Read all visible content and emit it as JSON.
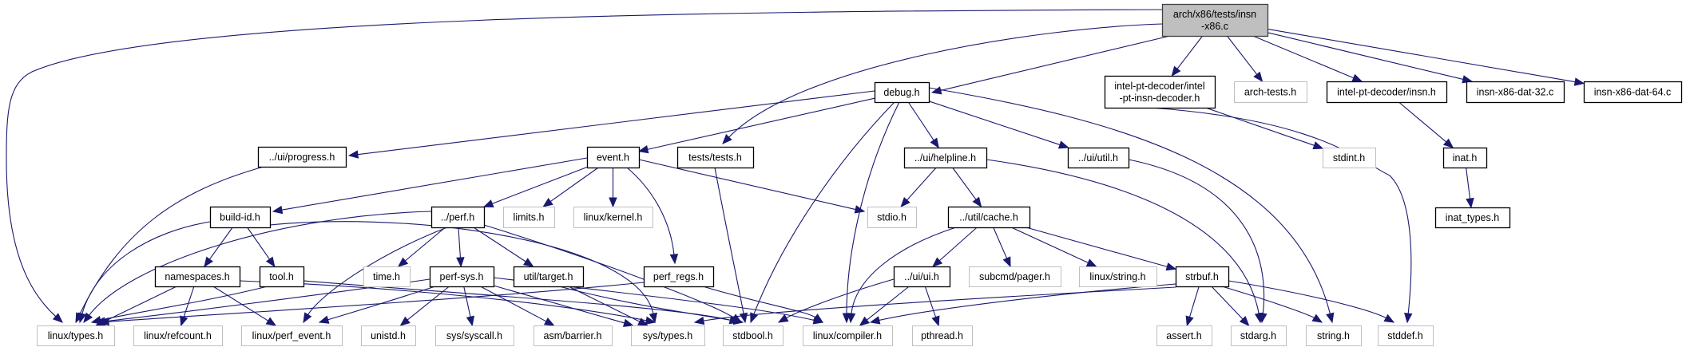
{
  "title": "arch/x86/tests/insn-x86.c include dependency graph",
  "colors": {
    "edge": "#191970",
    "root_fill": "#bfbfbf",
    "root_border": "#404040",
    "documented_border": "#000000",
    "external_border": "#bfbfbf",
    "node_fill": "#ffffff"
  },
  "nodes": [
    {
      "id": "root",
      "label": [
        "arch/x86/tests/insn",
        "-x86.c"
      ],
      "kind": "root"
    },
    {
      "id": "debug",
      "label": [
        "debug.h"
      ],
      "kind": "doc"
    },
    {
      "id": "iptinsndec",
      "label": [
        "intel-pt-decoder/intel",
        "-pt-insn-decoder.h"
      ],
      "kind": "doc"
    },
    {
      "id": "archtests",
      "label": [
        "arch-tests.h"
      ],
      "kind": "ext"
    },
    {
      "id": "iptinsn",
      "label": [
        "intel-pt-decoder/insn.h"
      ],
      "kind": "doc"
    },
    {
      "id": "dat32",
      "label": [
        "insn-x86-dat-32.c"
      ],
      "kind": "doc"
    },
    {
      "id": "dat64",
      "label": [
        "insn-x86-dat-64.c"
      ],
      "kind": "doc"
    },
    {
      "id": "progress",
      "label": [
        "../ui/progress.h"
      ],
      "kind": "doc"
    },
    {
      "id": "event",
      "label": [
        "event.h"
      ],
      "kind": "doc"
    },
    {
      "id": "tests",
      "label": [
        "tests/tests.h"
      ],
      "kind": "doc"
    },
    {
      "id": "helpline",
      "label": [
        "../ui/helpline.h"
      ],
      "kind": "doc"
    },
    {
      "id": "uiutil",
      "label": [
        "../ui/util.h"
      ],
      "kind": "doc"
    },
    {
      "id": "stdint",
      "label": [
        "stdint.h"
      ],
      "kind": "ext"
    },
    {
      "id": "inat",
      "label": [
        "inat.h"
      ],
      "kind": "doc"
    },
    {
      "id": "buildid",
      "label": [
        "build-id.h"
      ],
      "kind": "doc"
    },
    {
      "id": "perf",
      "label": [
        "../perf.h"
      ],
      "kind": "doc"
    },
    {
      "id": "limits",
      "label": [
        "limits.h"
      ],
      "kind": "ext"
    },
    {
      "id": "lkernel",
      "label": [
        "linux/kernel.h"
      ],
      "kind": "ext"
    },
    {
      "id": "stdio",
      "label": [
        "stdio.h"
      ],
      "kind": "ext"
    },
    {
      "id": "cache",
      "label": [
        "../util/cache.h"
      ],
      "kind": "doc"
    },
    {
      "id": "inattypes",
      "label": [
        "inat_types.h"
      ],
      "kind": "doc"
    },
    {
      "id": "namespaces",
      "label": [
        "namespaces.h"
      ],
      "kind": "doc"
    },
    {
      "id": "tool",
      "label": [
        "tool.h"
      ],
      "kind": "doc"
    },
    {
      "id": "time",
      "label": [
        "time.h"
      ],
      "kind": "ext"
    },
    {
      "id": "perfsys",
      "label": [
        "perf-sys.h"
      ],
      "kind": "doc"
    },
    {
      "id": "target",
      "label": [
        "util/target.h"
      ],
      "kind": "doc"
    },
    {
      "id": "perfregs",
      "label": [
        "perf_regs.h"
      ],
      "kind": "doc"
    },
    {
      "id": "uiui",
      "label": [
        "../ui/ui.h"
      ],
      "kind": "doc"
    },
    {
      "id": "pager",
      "label": [
        "subcmd/pager.h"
      ],
      "kind": "ext"
    },
    {
      "id": "lstring",
      "label": [
        "linux/string.h"
      ],
      "kind": "ext"
    },
    {
      "id": "strbuf",
      "label": [
        "strbuf.h"
      ],
      "kind": "doc"
    },
    {
      "id": "ltypes",
      "label": [
        "linux/types.h"
      ],
      "kind": "ext"
    },
    {
      "id": "lrefcount",
      "label": [
        "linux/refcount.h"
      ],
      "kind": "ext"
    },
    {
      "id": "lperfevent",
      "label": [
        "linux/perf_event.h"
      ],
      "kind": "ext"
    },
    {
      "id": "unistd",
      "label": [
        "unistd.h"
      ],
      "kind": "ext"
    },
    {
      "id": "syscall",
      "label": [
        "sys/syscall.h"
      ],
      "kind": "ext"
    },
    {
      "id": "barrier",
      "label": [
        "asm/barrier.h"
      ],
      "kind": "ext"
    },
    {
      "id": "systypes",
      "label": [
        "sys/types.h"
      ],
      "kind": "ext"
    },
    {
      "id": "stdbool",
      "label": [
        "stdbool.h"
      ],
      "kind": "ext"
    },
    {
      "id": "lcompiler",
      "label": [
        "linux/compiler.h"
      ],
      "kind": "ext"
    },
    {
      "id": "pthread",
      "label": [
        "pthread.h"
      ],
      "kind": "ext"
    },
    {
      "id": "assert",
      "label": [
        "assert.h"
      ],
      "kind": "ext"
    },
    {
      "id": "stdarg",
      "label": [
        "stdarg.h"
      ],
      "kind": "ext"
    },
    {
      "id": "string",
      "label": [
        "string.h"
      ],
      "kind": "ext"
    },
    {
      "id": "stddef",
      "label": [
        "stddef.h"
      ],
      "kind": "ext"
    }
  ],
  "edges": [
    [
      "root",
      "ltypes"
    ],
    [
      "root",
      "debug"
    ],
    [
      "root",
      "tests"
    ],
    [
      "root",
      "iptinsndec"
    ],
    [
      "root",
      "archtests"
    ],
    [
      "root",
      "iptinsn"
    ],
    [
      "root",
      "dat32"
    ],
    [
      "root",
      "dat64"
    ],
    [
      "debug",
      "progress"
    ],
    [
      "debug",
      "event"
    ],
    [
      "debug",
      "helpline"
    ],
    [
      "debug",
      "uiutil"
    ],
    [
      "debug",
      "stdbool"
    ],
    [
      "debug",
      "lcompiler"
    ],
    [
      "debug",
      "string"
    ],
    [
      "iptinsndec",
      "stdint"
    ],
    [
      "iptinsndec",
      "stddef"
    ],
    [
      "iptinsn",
      "inat"
    ],
    [
      "inat",
      "inattypes"
    ],
    [
      "progress",
      "ltypes"
    ],
    [
      "event",
      "buildid"
    ],
    [
      "event",
      "perf"
    ],
    [
      "event",
      "limits"
    ],
    [
      "event",
      "lkernel"
    ],
    [
      "event",
      "stdio"
    ],
    [
      "event",
      "perfregs"
    ],
    [
      "tests",
      "stdbool"
    ],
    [
      "helpline",
      "stdio"
    ],
    [
      "helpline",
      "cache"
    ],
    [
      "helpline",
      "stdarg"
    ],
    [
      "uiutil",
      "stdarg"
    ],
    [
      "buildid",
      "ltypes"
    ],
    [
      "buildid",
      "namespaces"
    ],
    [
      "buildid",
      "tool"
    ],
    [
      "buildid",
      "systypes"
    ],
    [
      "perf",
      "ltypes"
    ],
    [
      "perf",
      "time"
    ],
    [
      "perf",
      "perfsys"
    ],
    [
      "perf",
      "target"
    ],
    [
      "perf",
      "lperfevent"
    ],
    [
      "perf",
      "stdbool"
    ],
    [
      "cache",
      "uiui"
    ],
    [
      "cache",
      "pager"
    ],
    [
      "cache",
      "lstring"
    ],
    [
      "cache",
      "strbuf"
    ],
    [
      "cache",
      "lcompiler"
    ],
    [
      "namespaces",
      "ltypes"
    ],
    [
      "namespaces",
      "lrefcount"
    ],
    [
      "namespaces",
      "lperfevent"
    ],
    [
      "namespaces",
      "systypes"
    ],
    [
      "tool",
      "ltypes"
    ],
    [
      "tool",
      "stdbool"
    ],
    [
      "perfsys",
      "ltypes"
    ],
    [
      "perfsys",
      "lperfevent"
    ],
    [
      "perfsys",
      "unistd"
    ],
    [
      "perfsys",
      "syscall"
    ],
    [
      "perfsys",
      "barrier"
    ],
    [
      "perfsys",
      "systypes"
    ],
    [
      "perfsys",
      "lcompiler"
    ],
    [
      "target",
      "systypes"
    ],
    [
      "target",
      "stdbool"
    ],
    [
      "perfregs",
      "ltypes"
    ],
    [
      "perfregs",
      "lcompiler"
    ],
    [
      "uiui",
      "pthread"
    ],
    [
      "uiui",
      "lcompiler"
    ],
    [
      "uiui",
      "stdbool"
    ],
    [
      "strbuf",
      "assert"
    ],
    [
      "strbuf",
      "stdarg"
    ],
    [
      "strbuf",
      "string"
    ],
    [
      "strbuf",
      "stddef"
    ],
    [
      "strbuf",
      "lcompiler"
    ],
    [
      "strbuf",
      "systypes"
    ]
  ]
}
